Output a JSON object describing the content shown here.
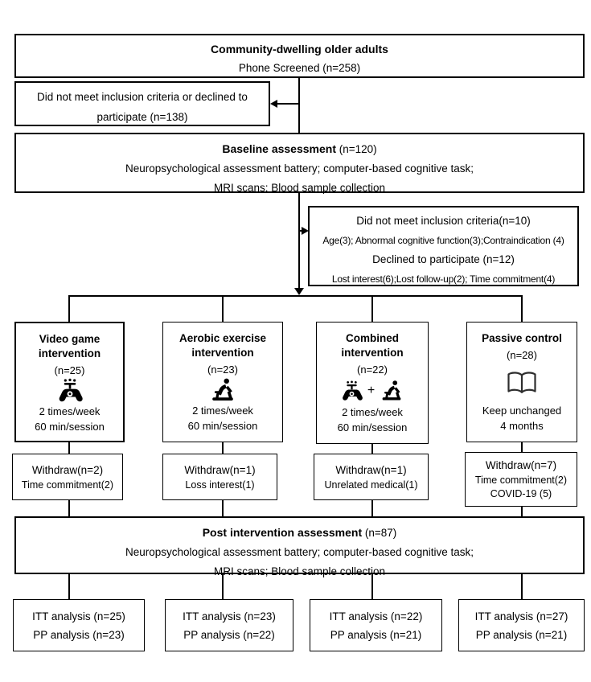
{
  "top": {
    "title": "Community-dwelling older adults",
    "subtitle": "Phone Screened (n=258)"
  },
  "screen_exclusion": {
    "line1": "Did not meet inclusion criteria or declined to",
    "line2": "participate (n=138)"
  },
  "baseline": {
    "title": "Baseline assessment",
    "title_suffix": " (n=120)",
    "line2": "Neuropsychological assessment battery; computer-based cognitive task;",
    "line3": "MRI scans; Blood sample collection"
  },
  "baseline_exclusion": {
    "line1": "Did not meet inclusion criteria(n=10)",
    "line2": "Age(3); Abnormal cognitive function(3);Contraindication (4)",
    "line3": "Declined to participate (n=12)",
    "line4": "Lost interest(6);Lost follow-up(2); Time commitment(4)"
  },
  "arms": [
    {
      "title_line1": "Video game",
      "title_line2": "intervention",
      "n": "(n=25)",
      "icon": "gamepad-icon",
      "detail1": "2 times/week",
      "detail2": "60 min/session"
    },
    {
      "title_line1": "Aerobic exercise",
      "title_line2": "intervention",
      "n": "(n=23)",
      "icon": "exercise-bike-icon",
      "detail1": "2 times/week",
      "detail2": "60 min/session"
    },
    {
      "title_line1": "Combined",
      "title_line2": "intervention",
      "n": "(n=22)",
      "icon": "gamepad-icon + exercise-bike-icon",
      "plus": "+",
      "detail1": "2 times/week",
      "detail2": "60 min/session"
    },
    {
      "title_line1": "Passive control",
      "n": "(n=28)",
      "icon": "open-book-icon",
      "detail1": "Keep unchanged",
      "detail2": "4 months"
    }
  ],
  "withdrawals": [
    {
      "line1": "Withdraw(n=2)",
      "line2": "Time commitment(2)"
    },
    {
      "line1": "Withdraw(n=1)",
      "line2": "Loss interest(1)"
    },
    {
      "line1": "Withdraw(n=1)",
      "line2": "Unrelated medical(1)"
    },
    {
      "line1": "Withdraw(n=7)",
      "line2": "Time commitment(2)",
      "line3": "COVID-19 (5)"
    }
  ],
  "post": {
    "title": "Post intervention assessment",
    "title_suffix": " (n=87)",
    "line2": "Neuropsychological assessment battery; computer-based cognitive task;",
    "line3": "MRI scans; Blood sample collection"
  },
  "analyses": [
    {
      "line1": "ITT analysis (n=25)",
      "line2": "PP analysis (n=23)"
    },
    {
      "line1": "ITT analysis (n=23)",
      "line2": "PP analysis (n=22)"
    },
    {
      "line1": "ITT analysis (n=22)",
      "line2": "PP analysis (n=21)"
    },
    {
      "line1": "ITT analysis (n=27)",
      "line2": "PP analysis (n=21)"
    }
  ],
  "colors": {
    "border": "#000000",
    "background": "#ffffff",
    "text": "#000000"
  }
}
